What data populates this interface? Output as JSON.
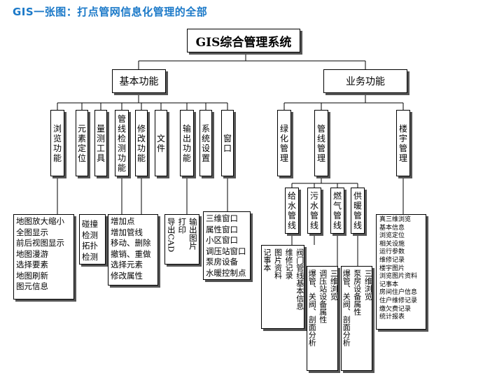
{
  "page_title": "GIS一张图：打点管网信息化管理的全部",
  "root": "GIS综合管理系统",
  "branches": {
    "basic": "基本功能",
    "business": "业务功能"
  },
  "basic_functions": {
    "browse": "浏览功能",
    "locate": "元素定位",
    "measure": "量测工具",
    "pipe_check": "管线检测功能",
    "edit": "修改功能",
    "file": "文件",
    "output": "输出功能",
    "settings": "系统设置",
    "window": "窗口"
  },
  "business_functions": {
    "greening": "绿化管理",
    "pipeline": "管线管理",
    "building": "楼宇管理",
    "water_supply": "给水管线",
    "sewage": "污水管线",
    "gas": "燃气管线",
    "heating": "供暖管线"
  },
  "details": {
    "browse_list": [
      "地图放大缩小",
      "全图显示",
      "前后视图显示",
      "地图漫游",
      "选择要素",
      "地图刷新",
      "图元信息"
    ],
    "check_list": [
      "碰撞",
      "检测",
      "拓扑",
      "检测"
    ],
    "edit_list": [
      "增加点",
      "增加管线",
      "移动、删除",
      "撤销、重做",
      "选择元素",
      "修改属性"
    ],
    "output_cols": [
      "输出图片",
      "打印",
      "导出CAD"
    ],
    "window_list": [
      "三维窗口",
      "属性窗口",
      "小区窗口",
      "调压站窗口",
      "泵房设备",
      "水暖控制点"
    ],
    "water_cols": [
      "阀门管线基本信息",
      "维修记录",
      "图片资料",
      "记事本"
    ],
    "gas_cols": [
      "三维浏览",
      "调压站设备属性",
      "爆管、关阀、剖面分析"
    ],
    "heating_cols": [
      "三维浏览",
      "泵房设备属性",
      "爆管、关阀、剖面分析"
    ],
    "building_list": [
      "真三维浏览",
      "基本信息",
      "浏览定位",
      "相关设施",
      "运行参数",
      "维修记录",
      "楼宇图片",
      "浏览图片资料",
      "记事本",
      "房间住户信息",
      "住户维修记录",
      "缴欠费记录",
      "统计报表"
    ]
  }
}
